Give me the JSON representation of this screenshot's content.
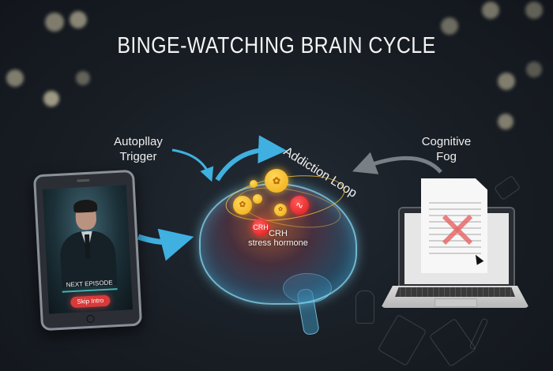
{
  "title": "BINGE-WATCHING BRAIN CYCLE",
  "labels": {
    "autoplay_trigger_line1": "Autopllay",
    "autoplay_trigger_line2": "Trigger",
    "cognitive_fog_line1": "Cognitive",
    "cognitive_fog_line2": "Fog",
    "addiction_loop": "Addiction Loop"
  },
  "tablet": {
    "next_episode": "NEXT EPISODE",
    "skip_button": "Skip Intro"
  },
  "brain": {
    "crh_node": "CRH",
    "crh_label_line1": "CRH",
    "crh_label_line2": "stress hormone",
    "icons": [
      "dopamine-coin-icon",
      "heartbeat-icon",
      "crh-node-icon"
    ]
  },
  "laptop": {
    "document_icon": "rejected-document-icon",
    "cursor": "mouse-cursor-icon"
  },
  "colors": {
    "background": "#181d24",
    "arrow_blue": "#3fb0e0",
    "arrow_gray": "#7a7f86",
    "coin_yellow": "#f5c02a",
    "alert_red": "#e02424",
    "doc_x": "#e86a6a"
  }
}
